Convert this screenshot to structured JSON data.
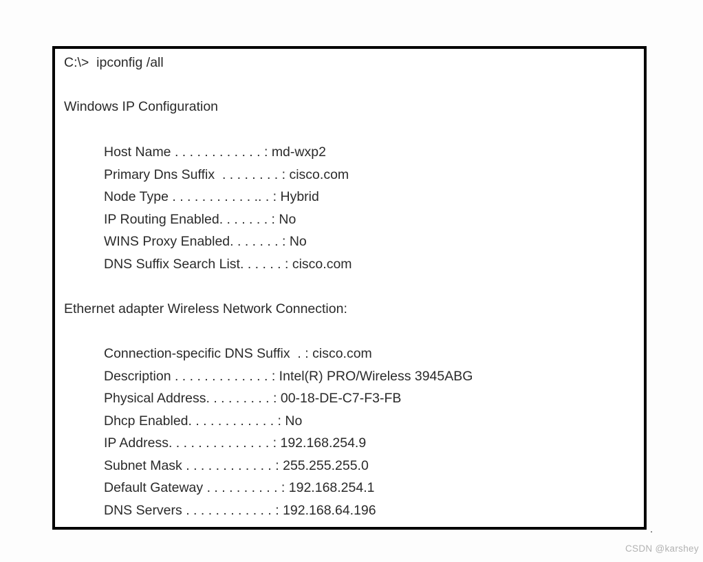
{
  "page": {
    "background_color": "#fdfdfd",
    "stray_dot": ".",
    "watermark": "CSDN @karshey",
    "watermark_color": "#b2b2b2"
  },
  "terminal": {
    "border_color": "#000000",
    "text_color": "#2a2a2a",
    "prompt": "C:\\>  ipconfig /all",
    "separator": " : ",
    "sections": [
      {
        "heading": "Windows IP Configuration",
        "rows": [
          {
            "label": "Host Name",
            "leader": " . . . . . . . . . . . .",
            "value": "md-wxp2"
          },
          {
            "label": "Primary Dns Suffix",
            "leader": "  . . . . . . . .",
            "value": "cisco.com"
          },
          {
            "label": "Node Type",
            "leader": " . . . . . . . . . . . .. .",
            "value": "Hybrid"
          },
          {
            "label": "IP Routing Enabled",
            "leader": ". . . . . . .",
            "value": "No"
          },
          {
            "label": "WINS Proxy Enabled",
            "leader": ". . . . . . .",
            "value": "No"
          },
          {
            "label": "DNS Suffix Search List",
            "leader": ". . . . . .",
            "value": "cisco.com"
          }
        ]
      },
      {
        "heading": "Ethernet adapter Wireless Network Connection:",
        "rows": [
          {
            "label": "Connection-specific DNS Suffix",
            "leader": "  .",
            "value": "cisco.com"
          },
          {
            "label": "Description",
            "leader": " . . . . . . . . . . . . .",
            "value": "Intel(R) PRO/Wireless 3945ABG"
          },
          {
            "label": "Physical Address",
            "leader": ". . . . . . . . .",
            "value": "00-18-DE-C7-F3-FB"
          },
          {
            "label": "Dhcp Enabled",
            "leader": ". . . . . . . . . . . .",
            "value": "No"
          },
          {
            "label": "IP Address",
            "leader": ". . . . . . . . . . . . . .",
            "value": "192.168.254.9"
          },
          {
            "label": "Subnet Mask",
            "leader": " . . . . . . . . . . . .",
            "value": "255.255.255.0"
          },
          {
            "label": "Default Gateway",
            "leader": " . . . . . . . . . .",
            "value": "192.168.254.1"
          },
          {
            "label": "DNS Servers",
            "leader": " . . . . . . . . . . . .",
            "value": "192.168.64.196"
          }
        ]
      }
    ]
  }
}
